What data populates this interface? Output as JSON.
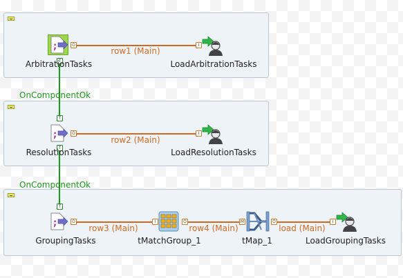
{
  "subjobs": [
    {
      "input": {
        "label": "ArbitrationTasks"
      },
      "output": {
        "label": "LoadArbitrationTasks"
      },
      "links": [
        "row1 (Main)"
      ]
    },
    {
      "input": {
        "label": "ResolutionTasks"
      },
      "output": {
        "label": "LoadResolutionTasks"
      },
      "links": [
        "row2 (Main)"
      ]
    },
    {
      "input": {
        "label": "GroupingTasks"
      },
      "match": {
        "label": "tMatchGroup_1"
      },
      "map": {
        "label": "tMap_1"
      },
      "output": {
        "label": "LoadGroupingTasks"
      },
      "links": [
        "row3 (Main)",
        "row4 (Main)",
        "load (Main)"
      ]
    }
  ],
  "triggers": [
    "OnComponentOk",
    "OnComponentOk"
  ],
  "colors": {
    "row_link": "#d2691e",
    "trigger_link": "#1a9a1a",
    "subjob_bg": "#eef3f7",
    "subjob_border": "#b9c6d1"
  }
}
